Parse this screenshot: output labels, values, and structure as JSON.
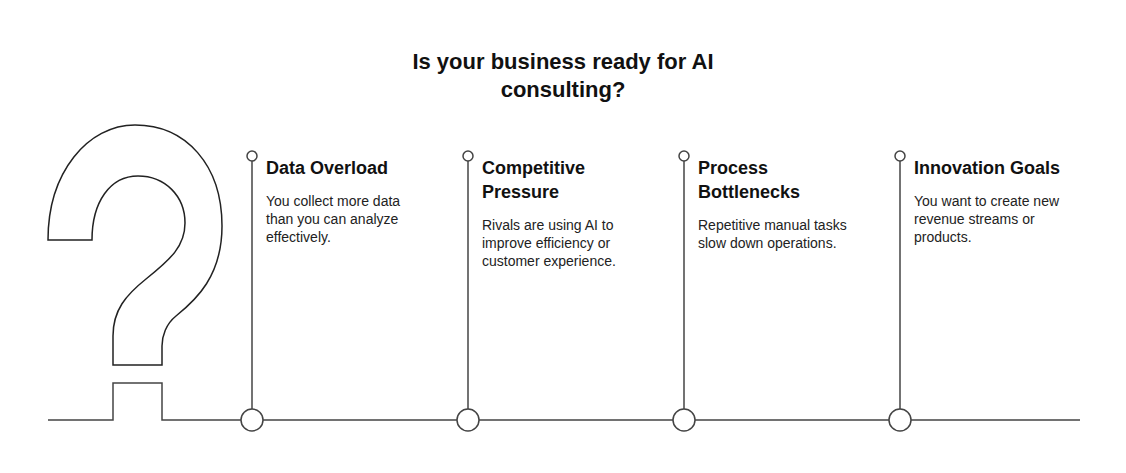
{
  "diagram": {
    "title": "Is your business ready for AI consulting?",
    "nodes": [
      {
        "text": [
          "Data Overload",
          "You collect more data than you can analyze effectively."
        ]
      },
      {
        "text": [
          "Competitive Pressure",
          "Rivals are using AI to improve efficiency or customer experience."
        ]
      },
      {
        "text": [
          "Process Bottlenecks",
          "Repetitive manual tasks slow down operations."
        ]
      },
      {
        "text": [
          "Innovation Goals",
          "You want to create new revenue streams or products."
        ]
      }
    ]
  }
}
